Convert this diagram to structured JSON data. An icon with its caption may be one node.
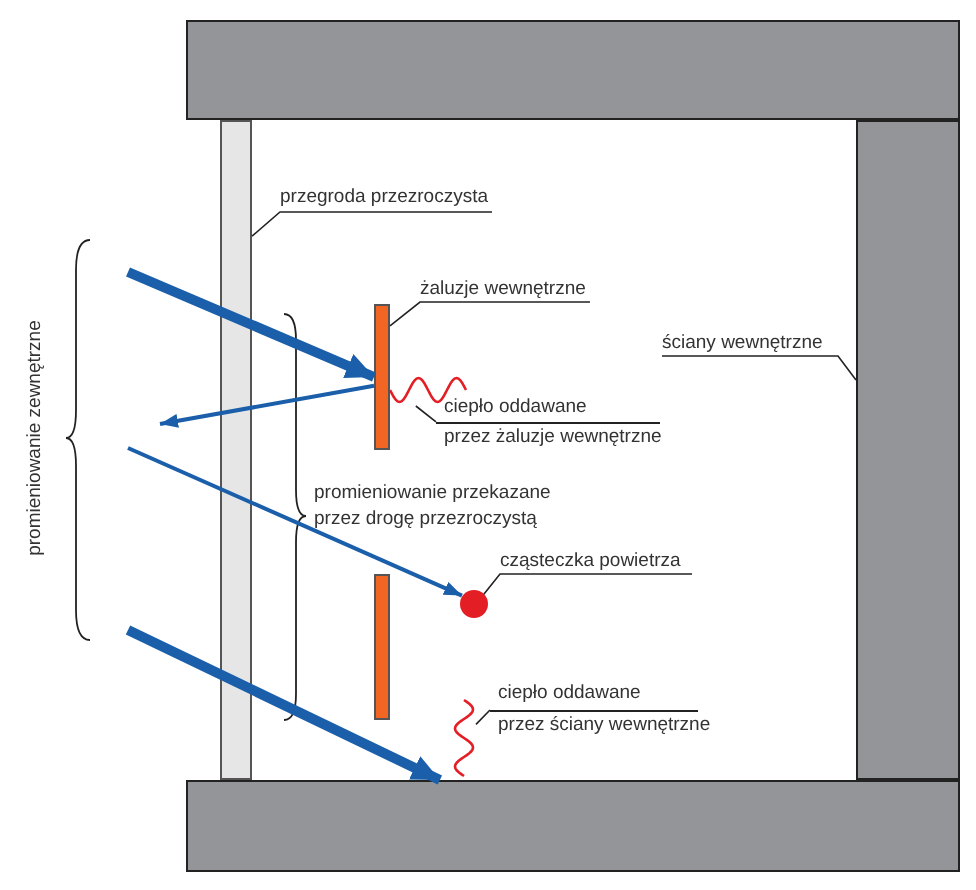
{
  "diagram": {
    "nodes": [
      {
        "text": [],
        "shape": "box"
      },
      {
        "text": [
          "przegroda przezroczysta"
        ]
      },
      {
        "text": [],
        "shape": "bar"
      },
      {
        "text": [
          "żaluzje wewnętrzne"
        ]
      },
      {
        "text": [],
        "shape": "bar"
      },
      {
        "text": [
          "ściany wewnętrzne"
        ]
      },
      {
        "text": [],
        "shape": "box"
      },
      {
        "text": [],
        "shape": "wave"
      },
      {
        "text": [
          "ciepło oddawane",
          "przez żaluzje wewnętrzne"
        ]
      },
      {
        "text": [
          "cząsteczka powietrza"
        ]
      },
      {
        "text": [],
        "shape": "circle"
      },
      {
        "text": [],
        "shape": "bar"
      },
      {
        "text": [
          "ciepło oddawane",
          "przez ściany wewnętrzne"
        ]
      },
      {
        "text": [],
        "shape": "wave"
      },
      {
        "text": [],
        "shape": "box"
      }
    ],
    "edges": [
      {
        "from": 1,
        "to": 2,
        "arrow": "none"
      },
      {
        "from": 3,
        "to": 4,
        "arrow": "none"
      },
      {
        "from": 5,
        "to": 6,
        "arrow": "none"
      },
      {
        "from": 8,
        "to": 7,
        "arrow": "none"
      },
      {
        "from": 9,
        "to": 10,
        "arrow": "none"
      },
      {
        "from": 12,
        "to": 13,
        "arrow": "none"
      },
      {
        "from": null,
        "to": 4,
        "arrow": "to",
        "style": "thick",
        "color": "#1b5faa"
      },
      {
        "from": 4,
        "to": null,
        "arrow": "to",
        "color": "#1b5faa"
      },
      {
        "from": null,
        "to": 10,
        "arrow": "to",
        "color": "#1b5faa"
      },
      {
        "from": null,
        "to": 14,
        "arrow": "to",
        "style": "thick",
        "color": "#1b5faa"
      }
    ],
    "labels": [
      "promieniowanie zewnętrzne",
      "promieniowanie przekazane przez drogę przezroczystą"
    ]
  }
}
